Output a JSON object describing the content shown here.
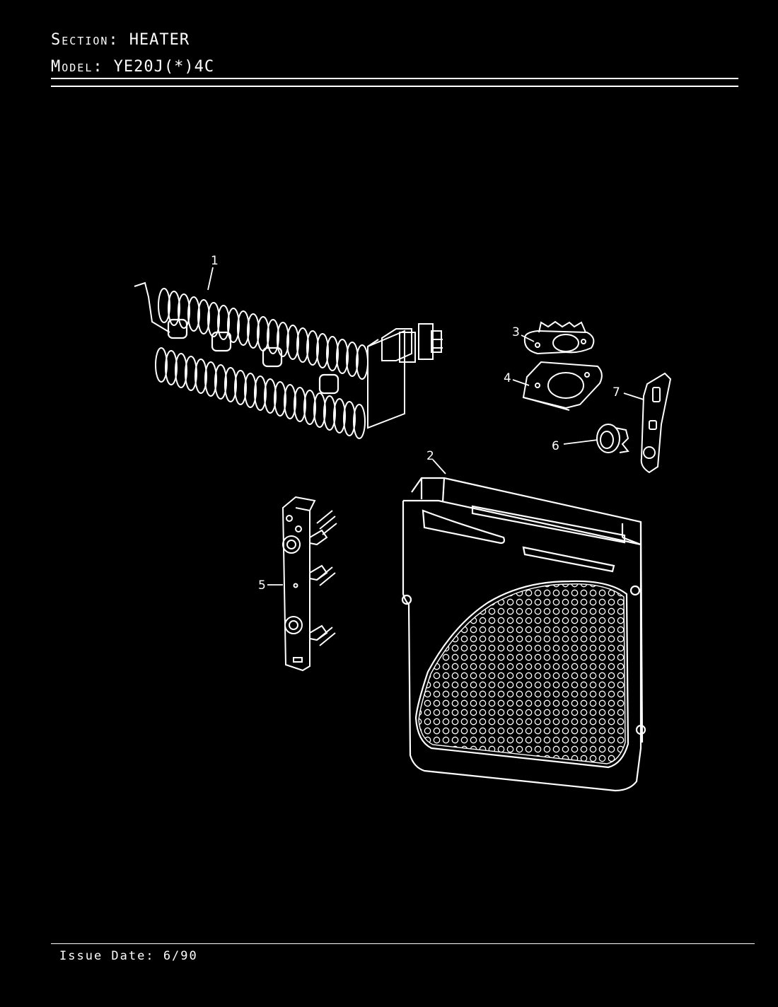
{
  "header": {
    "section_label": "Section:",
    "section_value": "HEATER",
    "model_label": "Model:",
    "model_value": "YE20J(*)4C"
  },
  "callouts": [
    "1",
    "2",
    "3",
    "4",
    "5",
    "6",
    "7"
  ],
  "footer": {
    "issue_date": "Issue Date: 6/90"
  }
}
